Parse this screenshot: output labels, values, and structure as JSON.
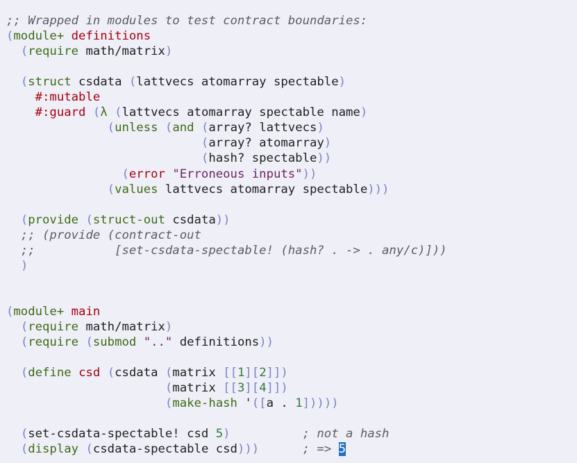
{
  "editor": {
    "colors": {
      "background": "#efeff8",
      "comment": "#5c5c60",
      "paren": "#7c82c4",
      "keyword": "#3c6b14",
      "definition_name": "#a8000e",
      "string": "#6b2660",
      "number": "#2c7a3c",
      "text": "#202020",
      "cursor_bg": "#1f6fc4"
    },
    "lines": [
      {
        "line_no": 1,
        "tokens": [
          {
            "t": "comment",
            "v": ";; Wrapped in modules to test contract boundaries:"
          }
        ]
      },
      {
        "line_no": 2,
        "tokens": [
          {
            "t": "paren",
            "v": "("
          },
          {
            "t": "kw",
            "v": "module+"
          },
          {
            "t": "plain",
            "v": " "
          },
          {
            "t": "defname",
            "v": "definitions"
          }
        ]
      },
      {
        "line_no": 3,
        "tokens": [
          {
            "t": "plain",
            "v": "  "
          },
          {
            "t": "paren",
            "v": "("
          },
          {
            "t": "kw",
            "v": "require"
          },
          {
            "t": "plain",
            "v": " math/matrix"
          },
          {
            "t": "paren",
            "v": ")"
          }
        ]
      },
      {
        "line_no": 4,
        "tokens": []
      },
      {
        "line_no": 5,
        "tokens": [
          {
            "t": "plain",
            "v": "  "
          },
          {
            "t": "paren",
            "v": "("
          },
          {
            "t": "kw",
            "v": "struct"
          },
          {
            "t": "plain",
            "v": " csdata "
          },
          {
            "t": "paren",
            "v": "("
          },
          {
            "t": "plain",
            "v": "lattvecs atomarray spectable"
          },
          {
            "t": "paren",
            "v": ")"
          }
        ]
      },
      {
        "line_no": 6,
        "tokens": [
          {
            "t": "plain",
            "v": "    "
          },
          {
            "t": "defname",
            "v": "#:mutable"
          }
        ]
      },
      {
        "line_no": 7,
        "tokens": [
          {
            "t": "plain",
            "v": "    "
          },
          {
            "t": "defname",
            "v": "#:guard"
          },
          {
            "t": "plain",
            "v": " "
          },
          {
            "t": "paren",
            "v": "("
          },
          {
            "t": "kw",
            "v": "λ"
          },
          {
            "t": "plain",
            "v": " "
          },
          {
            "t": "paren",
            "v": "("
          },
          {
            "t": "plain",
            "v": "lattvecs atomarray spectable name"
          },
          {
            "t": "paren",
            "v": ")"
          }
        ]
      },
      {
        "line_no": 8,
        "tokens": [
          {
            "t": "plain",
            "v": "              "
          },
          {
            "t": "paren",
            "v": "("
          },
          {
            "t": "kw",
            "v": "unless"
          },
          {
            "t": "plain",
            "v": " "
          },
          {
            "t": "paren",
            "v": "("
          },
          {
            "t": "kw",
            "v": "and"
          },
          {
            "t": "plain",
            "v": " "
          },
          {
            "t": "paren",
            "v": "("
          },
          {
            "t": "plain",
            "v": "array? lattvecs"
          },
          {
            "t": "paren",
            "v": ")"
          }
        ]
      },
      {
        "line_no": 9,
        "tokens": [
          {
            "t": "plain",
            "v": "                           "
          },
          {
            "t": "paren",
            "v": "("
          },
          {
            "t": "plain",
            "v": "array? atomarray"
          },
          {
            "t": "paren",
            "v": ")"
          }
        ]
      },
      {
        "line_no": 10,
        "tokens": [
          {
            "t": "plain",
            "v": "                           "
          },
          {
            "t": "paren",
            "v": "("
          },
          {
            "t": "plain",
            "v": "hash? spectable"
          },
          {
            "t": "paren",
            "v": "))"
          }
        ]
      },
      {
        "line_no": 11,
        "tokens": [
          {
            "t": "plain",
            "v": "                "
          },
          {
            "t": "paren",
            "v": "("
          },
          {
            "t": "defname",
            "v": "error"
          },
          {
            "t": "plain",
            "v": " "
          },
          {
            "t": "str",
            "v": "\"Erroneous inputs\""
          },
          {
            "t": "paren",
            "v": "))"
          }
        ]
      },
      {
        "line_no": 12,
        "tokens": [
          {
            "t": "plain",
            "v": "              "
          },
          {
            "t": "paren",
            "v": "("
          },
          {
            "t": "kw",
            "v": "values"
          },
          {
            "t": "plain",
            "v": " lattvecs atomarray spectable"
          },
          {
            "t": "paren",
            "v": ")))"
          }
        ]
      },
      {
        "line_no": 13,
        "tokens": []
      },
      {
        "line_no": 14,
        "tokens": [
          {
            "t": "plain",
            "v": "  "
          },
          {
            "t": "paren",
            "v": "("
          },
          {
            "t": "kw",
            "v": "provide"
          },
          {
            "t": "plain",
            "v": " "
          },
          {
            "t": "paren",
            "v": "("
          },
          {
            "t": "kw",
            "v": "struct-out"
          },
          {
            "t": "plain",
            "v": " csdata"
          },
          {
            "t": "paren",
            "v": "))"
          }
        ]
      },
      {
        "line_no": 15,
        "tokens": [
          {
            "t": "plain",
            "v": "  "
          },
          {
            "t": "comment",
            "v": ";; (provide (contract-out"
          }
        ]
      },
      {
        "line_no": 16,
        "tokens": [
          {
            "t": "plain",
            "v": "  "
          },
          {
            "t": "comment",
            "v": ";;           [set-csdata-spectable! (hash? . -> . any/c)]))"
          }
        ]
      },
      {
        "line_no": 17,
        "tokens": [
          {
            "t": "plain",
            "v": "  "
          },
          {
            "t": "paren",
            "v": ")"
          }
        ]
      },
      {
        "line_no": 18,
        "tokens": []
      },
      {
        "line_no": 19,
        "tokens": []
      },
      {
        "line_no": 20,
        "tokens": [
          {
            "t": "paren",
            "v": "("
          },
          {
            "t": "kw",
            "v": "module+"
          },
          {
            "t": "plain",
            "v": " "
          },
          {
            "t": "defname",
            "v": "main"
          }
        ]
      },
      {
        "line_no": 21,
        "tokens": [
          {
            "t": "plain",
            "v": "  "
          },
          {
            "t": "paren",
            "v": "("
          },
          {
            "t": "kw",
            "v": "require"
          },
          {
            "t": "plain",
            "v": " math/matrix"
          },
          {
            "t": "paren",
            "v": ")"
          }
        ]
      },
      {
        "line_no": 22,
        "tokens": [
          {
            "t": "plain",
            "v": "  "
          },
          {
            "t": "paren",
            "v": "("
          },
          {
            "t": "kw",
            "v": "require"
          },
          {
            "t": "plain",
            "v": " "
          },
          {
            "t": "paren",
            "v": "("
          },
          {
            "t": "kw",
            "v": "submod"
          },
          {
            "t": "plain",
            "v": " "
          },
          {
            "t": "str",
            "v": "\"..\""
          },
          {
            "t": "plain",
            "v": " definitions"
          },
          {
            "t": "paren",
            "v": "))"
          }
        ]
      },
      {
        "line_no": 23,
        "tokens": []
      },
      {
        "line_no": 24,
        "tokens": [
          {
            "t": "plain",
            "v": "  "
          },
          {
            "t": "paren",
            "v": "("
          },
          {
            "t": "kw",
            "v": "define"
          },
          {
            "t": "plain",
            "v": " "
          },
          {
            "t": "defname",
            "v": "csd"
          },
          {
            "t": "plain",
            "v": " "
          },
          {
            "t": "paren",
            "v": "("
          },
          {
            "t": "plain",
            "v": "csdata "
          },
          {
            "t": "paren",
            "v": "("
          },
          {
            "t": "plain",
            "v": "matrix "
          },
          {
            "t": "paren",
            "v": "[["
          },
          {
            "t": "num",
            "v": "1"
          },
          {
            "t": "paren",
            "v": "]["
          },
          {
            "t": "num",
            "v": "2"
          },
          {
            "t": "paren",
            "v": "]])"
          }
        ]
      },
      {
        "line_no": 25,
        "tokens": [
          {
            "t": "plain",
            "v": "                      "
          },
          {
            "t": "paren",
            "v": "("
          },
          {
            "t": "plain",
            "v": "matrix "
          },
          {
            "t": "paren",
            "v": "[["
          },
          {
            "t": "num",
            "v": "3"
          },
          {
            "t": "paren",
            "v": "]["
          },
          {
            "t": "num",
            "v": "4"
          },
          {
            "t": "paren",
            "v": "]])"
          }
        ]
      },
      {
        "line_no": 26,
        "tokens": [
          {
            "t": "plain",
            "v": "                      "
          },
          {
            "t": "paren",
            "v": "("
          },
          {
            "t": "kw",
            "v": "make-hash"
          },
          {
            "t": "plain",
            "v": " '"
          },
          {
            "t": "paren",
            "v": "(["
          },
          {
            "t": "plain",
            "v": "a . "
          },
          {
            "t": "num",
            "v": "1"
          },
          {
            "t": "paren",
            "v": "]))))"
          }
        ]
      },
      {
        "line_no": 27,
        "tokens": []
      },
      {
        "line_no": 28,
        "tokens": [
          {
            "t": "plain",
            "v": "  "
          },
          {
            "t": "paren",
            "v": "("
          },
          {
            "t": "plain",
            "v": "set-csdata-spectable! csd "
          },
          {
            "t": "num",
            "v": "5"
          },
          {
            "t": "paren",
            "v": ")"
          },
          {
            "t": "plain",
            "v": "          "
          },
          {
            "t": "comment",
            "v": "; not a hash"
          }
        ]
      },
      {
        "line_no": 29,
        "tokens": [
          {
            "t": "plain",
            "v": "  "
          },
          {
            "t": "paren",
            "v": "("
          },
          {
            "t": "kw",
            "v": "display"
          },
          {
            "t": "plain",
            "v": " "
          },
          {
            "t": "paren",
            "v": "("
          },
          {
            "t": "plain",
            "v": "csdata-spectable csd"
          },
          {
            "t": "paren",
            "v": ")))"
          },
          {
            "t": "plain",
            "v": "      "
          },
          {
            "t": "comment",
            "v": "; => "
          },
          {
            "t": "cursor",
            "v": "5"
          }
        ]
      }
    ]
  }
}
